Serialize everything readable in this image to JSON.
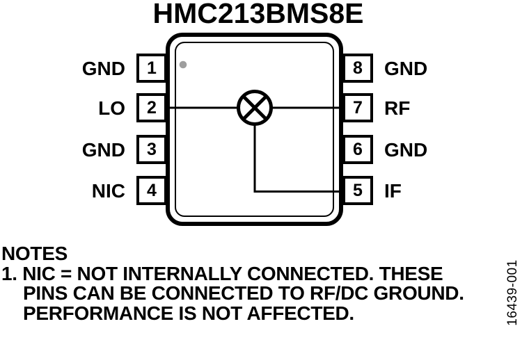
{
  "figure": {
    "title": "HMC213BMS8E",
    "package": {
      "pins_left": [
        {
          "number": "1",
          "label": "GND"
        },
        {
          "number": "2",
          "label": "LO"
        },
        {
          "number": "3",
          "label": "GND"
        },
        {
          "number": "4",
          "label": "NIC"
        }
      ],
      "pins_right": [
        {
          "number": "8",
          "label": "GND"
        },
        {
          "number": "7",
          "label": "RF"
        },
        {
          "number": "6",
          "label": "GND"
        },
        {
          "number": "5",
          "label": "IF"
        }
      ],
      "symbol": "mixer"
    },
    "figure_number": "16439-001"
  },
  "notes": {
    "heading": "NOTES",
    "item1": {
      "line1": "1. NIC = NOT INTERNALLY CONNECTED. THESE",
      "line2": "PINS CAN BE CONNECTED TO RF/DC GROUND.",
      "line3": "PERFORMANCE IS NOT AFFECTED."
    }
  },
  "colors": {
    "ink": "#000000",
    "background": "#ffffff",
    "pin1_dot": "#9e9e9e"
  }
}
